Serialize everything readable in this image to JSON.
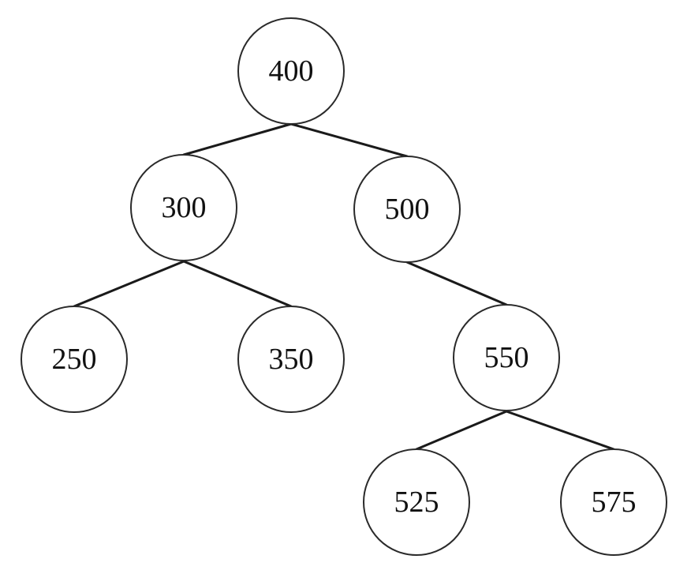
{
  "tree": {
    "nodes": [
      {
        "id": "n400",
        "label": "400"
      },
      {
        "id": "n300",
        "label": "300"
      },
      {
        "id": "n500",
        "label": "500"
      },
      {
        "id": "n250",
        "label": "250"
      },
      {
        "id": "n350",
        "label": "350"
      },
      {
        "id": "n550",
        "label": "550"
      },
      {
        "id": "n525",
        "label": "525"
      },
      {
        "id": "n575",
        "label": "575"
      }
    ],
    "edges": [
      {
        "from": "n400",
        "to": "n300"
      },
      {
        "from": "n400",
        "to": "n500"
      },
      {
        "from": "n300",
        "to": "n250"
      },
      {
        "from": "n300",
        "to": "n350"
      },
      {
        "from": "n500",
        "to": "n550"
      },
      {
        "from": "n550",
        "to": "n525"
      },
      {
        "from": "n550",
        "to": "n575"
      }
    ]
  }
}
